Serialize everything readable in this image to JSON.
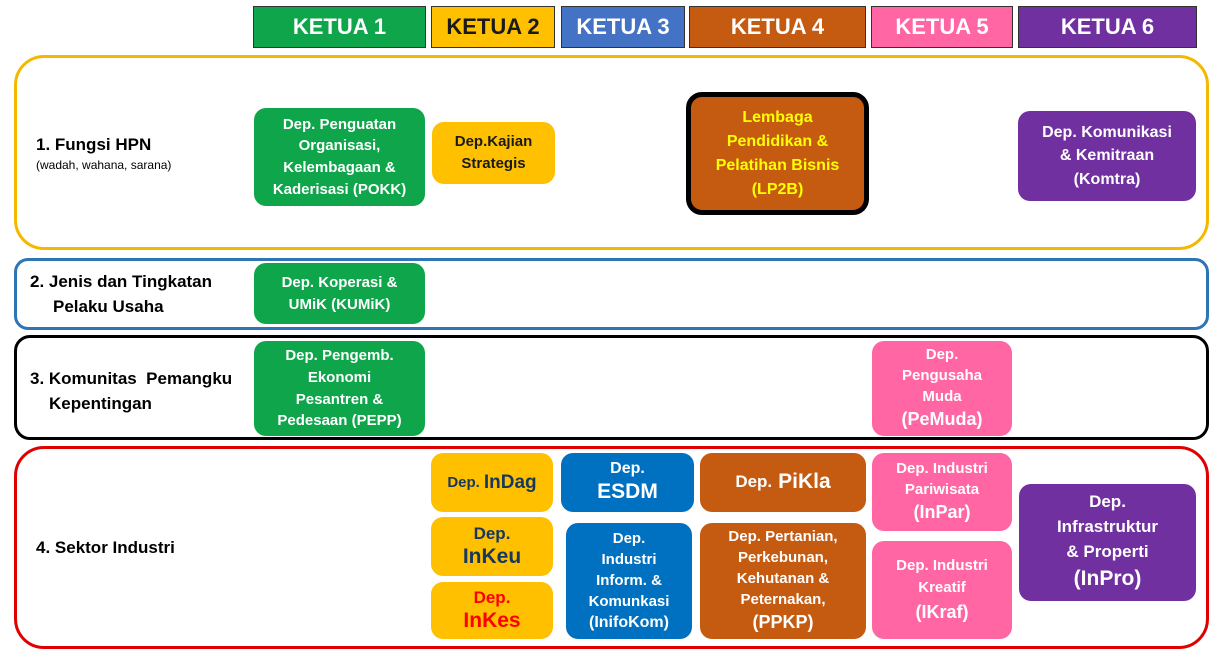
{
  "headers": [
    "KETUA 1",
    "KETUA 2",
    "KETUA 3",
    "KETUA 4",
    "KETUA 5",
    "KETUA 6"
  ],
  "header_colors": [
    "#0fa54a",
    "#ffc000",
    "#4472c4",
    "#c55a11",
    "#ff66a3",
    "#7030a0"
  ],
  "band_colors": [
    "#f5b800",
    "#2e75b6",
    "#000000",
    "#e00000"
  ],
  "rows": [
    {
      "label": "1. Fungsi HPN",
      "sublabel": "(wadah, wahana, sarana)"
    },
    {
      "label_line1": "2. Jenis dan Tingkatan",
      "label_line2": "Pelaku Usaha"
    },
    {
      "label_line1": "3. Komunitas  Pemangku",
      "label_line2": "Kepentingan"
    },
    {
      "label": "4. Sektor Industri"
    }
  ],
  "boxes": {
    "pokk": [
      "Dep. Penguatan",
      "Organisasi,",
      "Kelembagaan &",
      "Kaderisasi (POKK)"
    ],
    "kajian": [
      "Dep.Kajian",
      "Strategis"
    ],
    "lp2b": [
      "Lembaga",
      "Pendidikan &",
      "Pelatihan Bisnis",
      "(LP2B)"
    ],
    "komtra": [
      "Dep. Komunikasi",
      "& Kemitraan",
      "(Komtra)"
    ],
    "kumik": [
      "Dep. Koperasi &",
      "UMiK (KUMiK)"
    ],
    "pepp": [
      "Dep. Pengemb.",
      "Ekonomi",
      "Pesantren &",
      "Pedesaan (PEPP)"
    ],
    "pemuda": [
      "Dep.",
      "Pengusaha",
      "Muda",
      "(PeMuda)"
    ],
    "indag": [
      "Dep.",
      "InDag"
    ],
    "inkeu": [
      "Dep.",
      "InKeu"
    ],
    "inkes": [
      "Dep.",
      "InKes"
    ],
    "esdm": [
      "Dep.",
      "ESDM"
    ],
    "infokom": [
      "Dep.",
      "Industri",
      "Inform. &",
      "Komunkasi",
      "(InifoKom)"
    ],
    "pikla": [
      "Dep.",
      "PiKla"
    ],
    "ppkp": [
      "Dep. Pertanian,",
      "Perkebunan,",
      "Kehutanan &",
      "Peternakan,",
      "(PPKP)"
    ],
    "inpar": [
      "Dep. Industri",
      "Pariwisata",
      "(InPar)"
    ],
    "ikraf": [
      "Dep. Industri",
      "Kreatif",
      "(IKraf)"
    ],
    "inpro": [
      "Dep.",
      "Infrastruktur",
      "& Properti",
      "(InPro)"
    ]
  }
}
